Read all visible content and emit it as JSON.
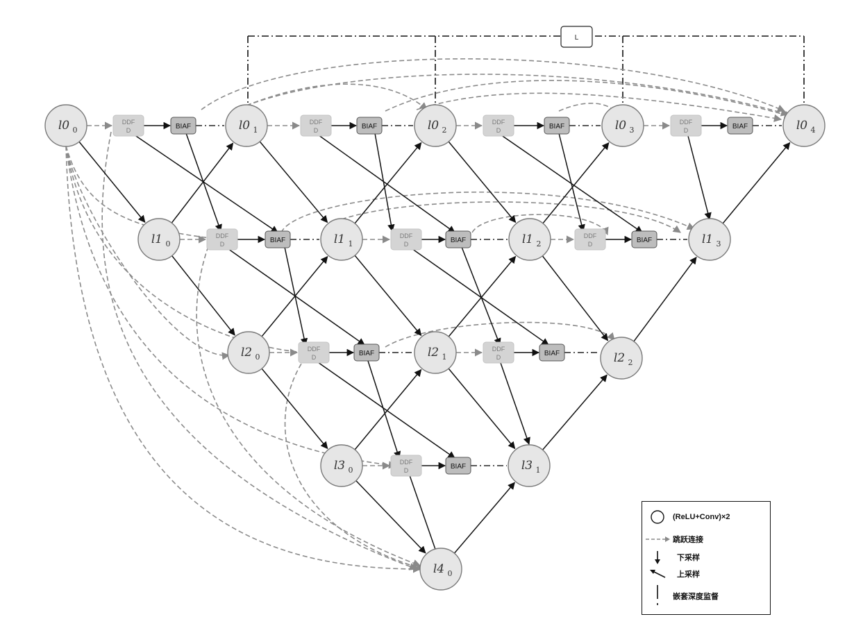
{
  "loss_label": "L",
  "block_labels": {
    "ddfd_line1": "DDF",
    "ddfd_line2": "D",
    "biaf": "BIAF"
  },
  "nodes": [
    {
      "id": "l0_0",
      "base": "l0",
      "sub": "0"
    },
    {
      "id": "l0_1",
      "base": "l0",
      "sub": "1"
    },
    {
      "id": "l0_2",
      "base": "l0",
      "sub": "2"
    },
    {
      "id": "l0_3",
      "base": "l0",
      "sub": "3"
    },
    {
      "id": "l0_4",
      "base": "l0",
      "sub": "4"
    },
    {
      "id": "l1_0",
      "base": "l1",
      "sub": "0"
    },
    {
      "id": "l1_1",
      "base": "l1",
      "sub": "1"
    },
    {
      "id": "l1_2",
      "base": "l1",
      "sub": "2"
    },
    {
      "id": "l1_3",
      "base": "l1",
      "sub": "3"
    },
    {
      "id": "l2_0",
      "base": "l2",
      "sub": "0"
    },
    {
      "id": "l2_1",
      "base": "l2",
      "sub": "1"
    },
    {
      "id": "l2_2",
      "base": "l2",
      "sub": "2"
    },
    {
      "id": "l3_0",
      "base": "l3",
      "sub": "0"
    },
    {
      "id": "l3_1",
      "base": "l3",
      "sub": "1"
    },
    {
      "id": "l4_0",
      "base": "l4",
      "sub": "0"
    }
  ],
  "legend": {
    "conv": "(ReLU+Conv)×2",
    "skip": "跳跃连接",
    "down": "下采样",
    "up": "上采样",
    "deep": "嵌套深度监督"
  },
  "colors": {
    "node_fill": "#e6e6e6",
    "ddfd_fill": "#d4d4d4",
    "biaf_fill": "#bdbdbd",
    "skip_line": "#8a8a8a",
    "solid_line": "#111111"
  }
}
